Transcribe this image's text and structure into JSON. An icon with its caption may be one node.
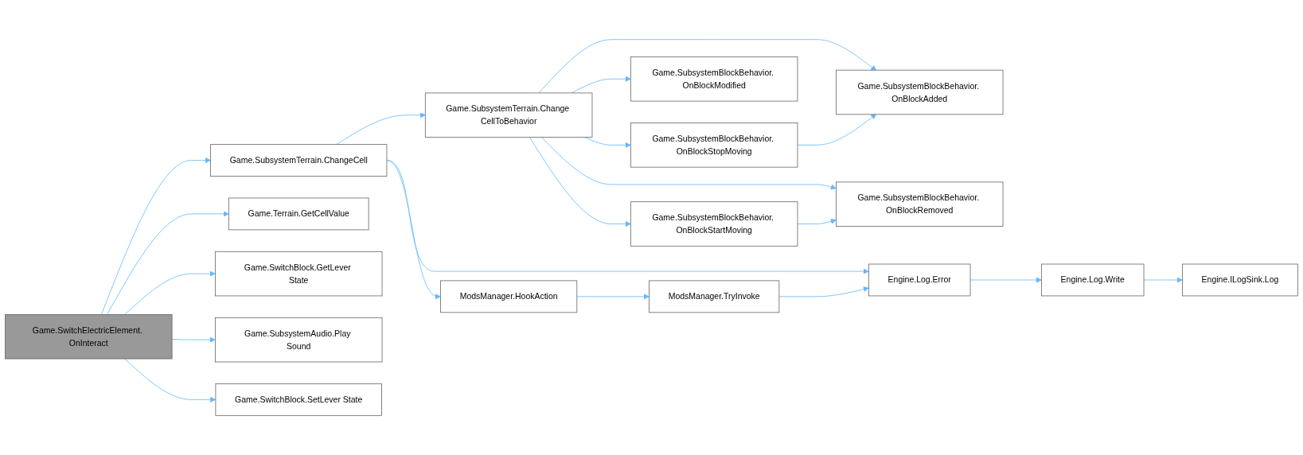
{
  "diagram": {
    "nodes": [
      {
        "text": [
          "Game.SwitchElectricElement. OnInteract"
        ]
      },
      {
        "text": [
          "Game.SubsystemTerrain.ChangeCell"
        ]
      },
      {
        "text": [
          "Game.Terrain.GetCellValue"
        ]
      },
      {
        "text": [
          "Game.SwitchBlock.GetLever State"
        ]
      },
      {
        "text": [
          "Game.SubsystemAudio.Play Sound"
        ]
      },
      {
        "text": [
          "Game.SwitchBlock.SetLever State"
        ]
      },
      {
        "text": [
          "Game.SubsystemTerrain.Change CellToBehavior"
        ]
      },
      {
        "text": [
          "ModsManager.HookAction"
        ]
      },
      {
        "text": [
          "Engine.Log.Error"
        ]
      },
      {
        "text": [
          "Game.SubsystemBlockBehavior. OnBlockModified"
        ]
      },
      {
        "text": [
          "Game.SubsystemBlockBehavior. OnBlockStopMoving"
        ]
      },
      {
        "text": [
          "Game.SubsystemBlockBehavior. OnBlockStartMoving"
        ]
      },
      {
        "text": [
          "Game.SubsystemBlockBehavior. OnBlockAdded"
        ]
      },
      {
        "text": [
          "Game.SubsystemBlockBehavior. OnBlockRemoved"
        ]
      },
      {
        "text": [
          "ModsManager.TryInvoke"
        ]
      },
      {
        "text": [
          "Engine.Log.Write"
        ]
      },
      {
        "text": [
          "Engine.ILogSink.Log"
        ]
      }
    ],
    "edges": [
      {
        "from": 0,
        "to": 1,
        "arrow": "to"
      },
      {
        "from": 0,
        "to": 2,
        "arrow": "to"
      },
      {
        "from": 0,
        "to": 3,
        "arrow": "to"
      },
      {
        "from": 0,
        "to": 4,
        "arrow": "to"
      },
      {
        "from": 0,
        "to": 5,
        "arrow": "to"
      },
      {
        "from": 1,
        "to": 6,
        "arrow": "to"
      },
      {
        "from": 1,
        "to": 8,
        "arrow": "to"
      },
      {
        "from": 1,
        "to": 7,
        "arrow": "to"
      },
      {
        "from": 6,
        "to": 12,
        "arrow": "to"
      },
      {
        "from": 6,
        "to": 9,
        "arrow": "to"
      },
      {
        "from": 6,
        "to": 10,
        "arrow": "to"
      },
      {
        "from": 6,
        "to": 13,
        "arrow": "to"
      },
      {
        "from": 6,
        "to": 11,
        "arrow": "to"
      },
      {
        "from": 10,
        "to": 12,
        "arrow": "to"
      },
      {
        "from": 11,
        "to": 13,
        "arrow": "to"
      },
      {
        "from": 7,
        "to": 14,
        "arrow": "to"
      },
      {
        "from": 14,
        "to": 8,
        "arrow": "to"
      },
      {
        "from": 8,
        "to": 15,
        "arrow": "to"
      },
      {
        "from": 15,
        "to": 16,
        "arrow": "to"
      }
    ]
  }
}
